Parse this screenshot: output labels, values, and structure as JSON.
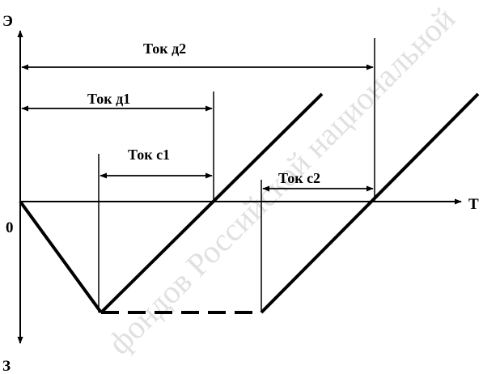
{
  "axes": {
    "y_top_label": "Э",
    "y_bottom_label": "З",
    "x_label": "Т",
    "origin_label": "0"
  },
  "intervals": {
    "tok_d2": "Ток д2",
    "tok_d1": "Ток д1",
    "tok_c1": "Ток с1",
    "tok_c2": "Ток с2"
  },
  "watermark": {
    "text": "фондов Российской национальной"
  },
  "colors": {
    "ink": "#000000",
    "background": "#ffffff",
    "watermark": "#d6d6d6"
  }
}
